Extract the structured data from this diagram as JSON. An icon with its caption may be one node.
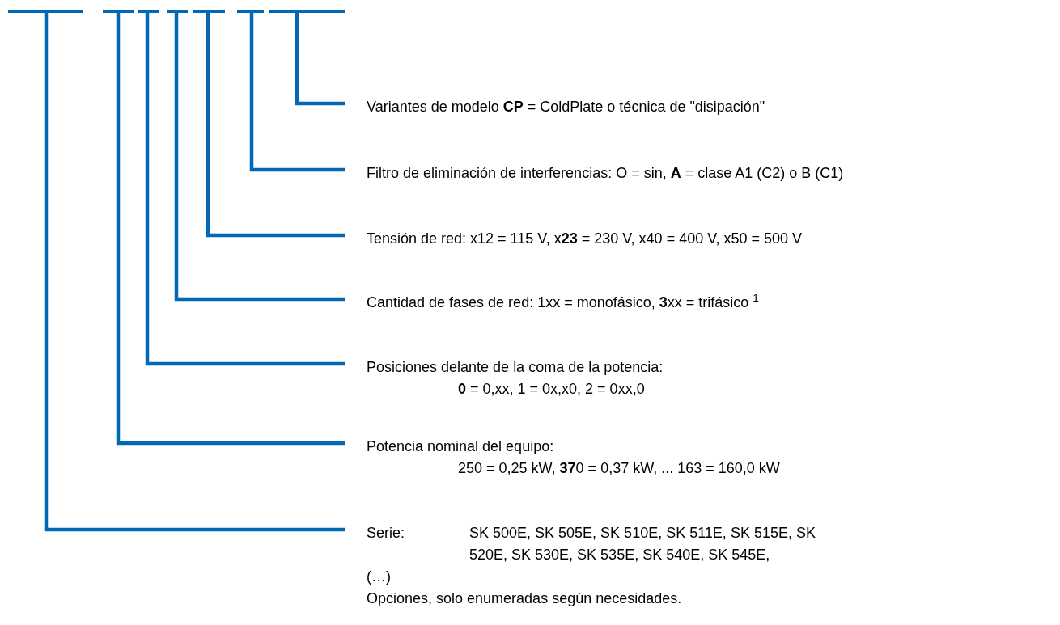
{
  "diagram": {
    "nodes": [
      {
        "text": [],
        "shape": "bar"
      },
      {
        "text": [],
        "shape": "bar"
      },
      {
        "text": [],
        "shape": "bar"
      },
      {
        "text": [],
        "shape": "bar"
      },
      {
        "text": [],
        "shape": "bar"
      },
      {
        "text": [],
        "shape": "bar"
      },
      {
        "text": [],
        "shape": "bar"
      },
      {
        "text": [
          "Variantes de modelo **CP** = ColdPlate o técnica de \"disipación\""
        ]
      },
      {
        "text": [
          "Filtro de eliminación de interferencias: O = sin, **A** = clase A1 (C2) o B (C1)"
        ]
      },
      {
        "text": [
          "Tensión de red: x12 = 115 V, x**23** = 230 V, x40 = 400 V, x50 = 500 V"
        ]
      },
      {
        "text": [
          "Cantidad de fases de red: 1xx = monofásico, **3**xx = trifásico $^{1}$"
        ]
      },
      {
        "text": [
          "Posiciones delante de la coma de la potencia:",
          "**0** = 0,xx, 1 = 0x,x0, 2 = 0xx,0"
        ]
      },
      {
        "text": [
          "Potencia nominal del equipo:",
          "250 = 0,25 kW, **37**0 = 0,37 kW, ... 163 = 160,0 kW"
        ]
      },
      {
        "text": [
          "Serie:",
          "SK 500E, SK 505E, SK 510E, SK 511E, SK 515E, SK 520E, SK 530E, SK 535E, SK 540E, SK 545E,"
        ]
      }
    ],
    "edges": [
      {
        "from": 6,
        "to": 7,
        "arrow": "none"
      },
      {
        "from": 5,
        "to": 8,
        "arrow": "none"
      },
      {
        "from": 4,
        "to": 9,
        "arrow": "none"
      },
      {
        "from": 3,
        "to": 10,
        "arrow": "none"
      },
      {
        "from": 2,
        "to": 11,
        "arrow": "none"
      },
      {
        "from": 1,
        "to": 12,
        "arrow": "none"
      },
      {
        "from": 0,
        "to": 13,
        "arrow": "none"
      }
    ],
    "labels": [
      "(…)",
      "Opciones, solo enumeradas según necesidades."
    ]
  }
}
